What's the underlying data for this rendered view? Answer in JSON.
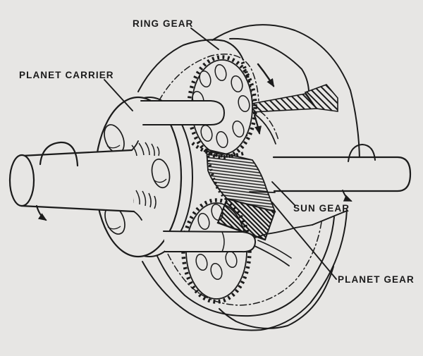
{
  "figure": {
    "type": "technical-line-diagram",
    "subject": "planetary gear set cutaway",
    "colors": {
      "background": "#e7e6e4",
      "ink": "#1b1b1b"
    },
    "labels": {
      "ring_gear": "RING GEAR",
      "planet_carrier": "PLANET CARRIER",
      "sun_gear": "SUN GEAR",
      "planet_gear": "PLANET GEAR"
    }
  }
}
